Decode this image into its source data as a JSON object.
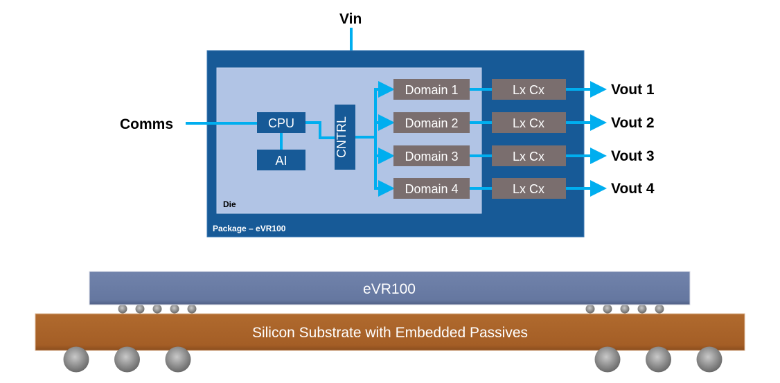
{
  "diagram": {
    "inputs": {
      "vin": "Vin",
      "comms": "Comms"
    },
    "package": {
      "label": "Package – eVR100",
      "color": "#175a97"
    },
    "die": {
      "label": "Die",
      "color": "#b1c4e5"
    },
    "blocks": {
      "cpu": "CPU",
      "ai": "AI",
      "cntrl": "CNTRL",
      "block_color": "#175a97"
    },
    "domains": [
      {
        "label": "Domain 1",
        "passive": "Lx Cx",
        "output": "Vout 1"
      },
      {
        "label": "Domain 2",
        "passive": "Lx Cx",
        "output": "Vout 2"
      },
      {
        "label": "Domain 3",
        "passive": "Lx Cx",
        "output": "Vout 3"
      },
      {
        "label": "Domain 4",
        "passive": "Lx Cx",
        "output": "Vout 4"
      }
    ],
    "domain_color": "#7a6e6e",
    "wire_color": "#00aeef"
  },
  "cross_section": {
    "chip_label": "eVR100",
    "chip_color": "#6678a1",
    "substrate_label": "Silicon Substrate with Embedded Passives",
    "substrate_color": "#a55f26",
    "microbumps_per_side": 5,
    "solder_balls_per_side": 3
  }
}
